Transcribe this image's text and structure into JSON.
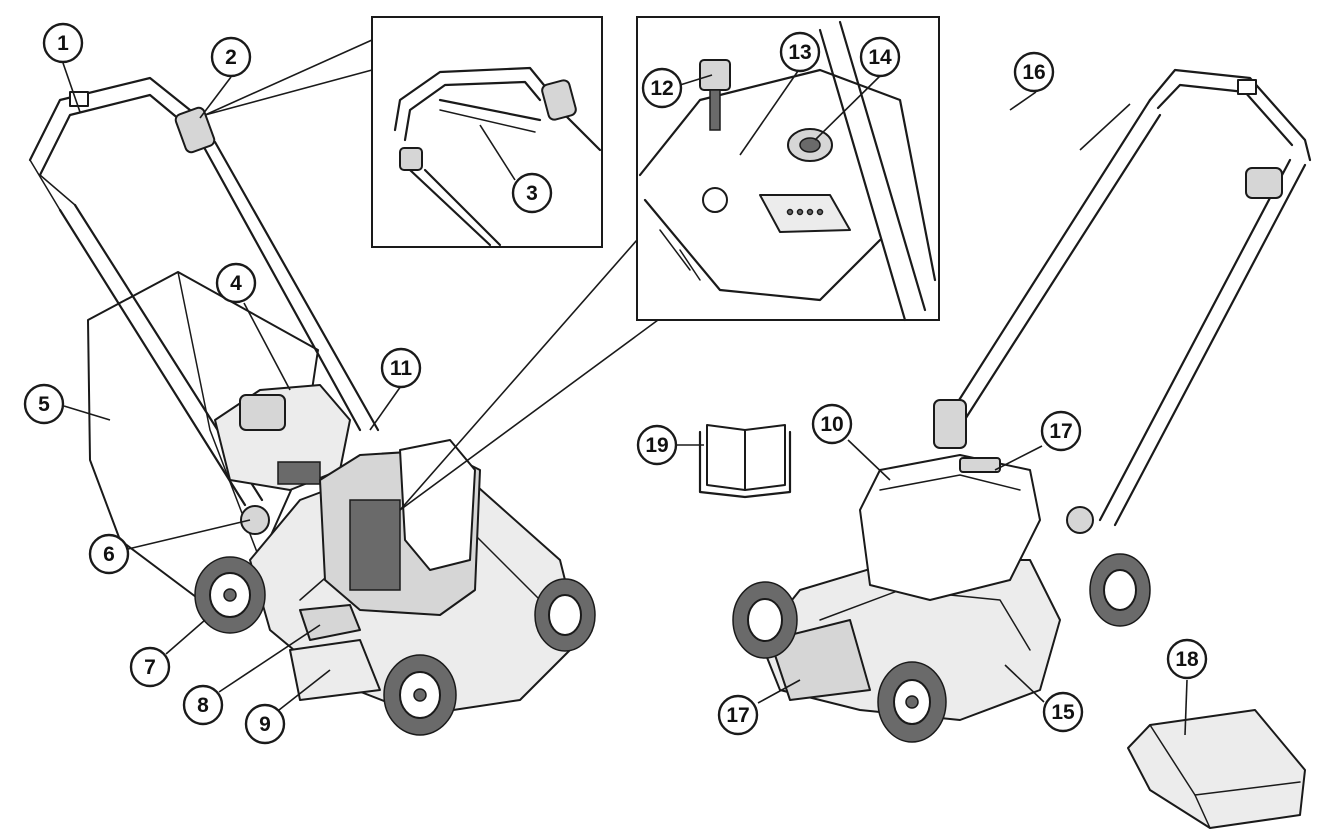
{
  "callouts": [
    {
      "label": "1"
    },
    {
      "label": "2"
    },
    {
      "label": "3"
    },
    {
      "label": "4"
    },
    {
      "label": "5"
    },
    {
      "label": "6"
    },
    {
      "label": "7"
    },
    {
      "label": "8"
    },
    {
      "label": "9"
    },
    {
      "label": "10"
    },
    {
      "label": "11"
    },
    {
      "label": "12"
    },
    {
      "label": "13"
    },
    {
      "label": "14"
    },
    {
      "label": "15"
    },
    {
      "label": "16"
    },
    {
      "label": "17"
    },
    {
      "label": "17"
    },
    {
      "label": "18"
    },
    {
      "label": "19"
    }
  ],
  "icons": {
    "manual": "manual-book-icon"
  }
}
